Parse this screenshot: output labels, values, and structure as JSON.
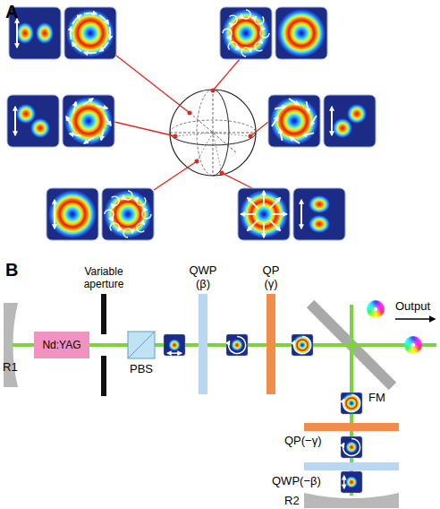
{
  "diagram": {
    "nodes": [
      {
        "text": [
          "Nd:YAG"
        ]
      }
    ],
    "labels": [
      "A",
      "B",
      "Variable aperture",
      "QWP (β)",
      "QP (γ)",
      "Output",
      "R1",
      "PBS",
      "FM",
      "QP(−γ)",
      "QWP(−β)",
      "R2"
    ]
  }
}
